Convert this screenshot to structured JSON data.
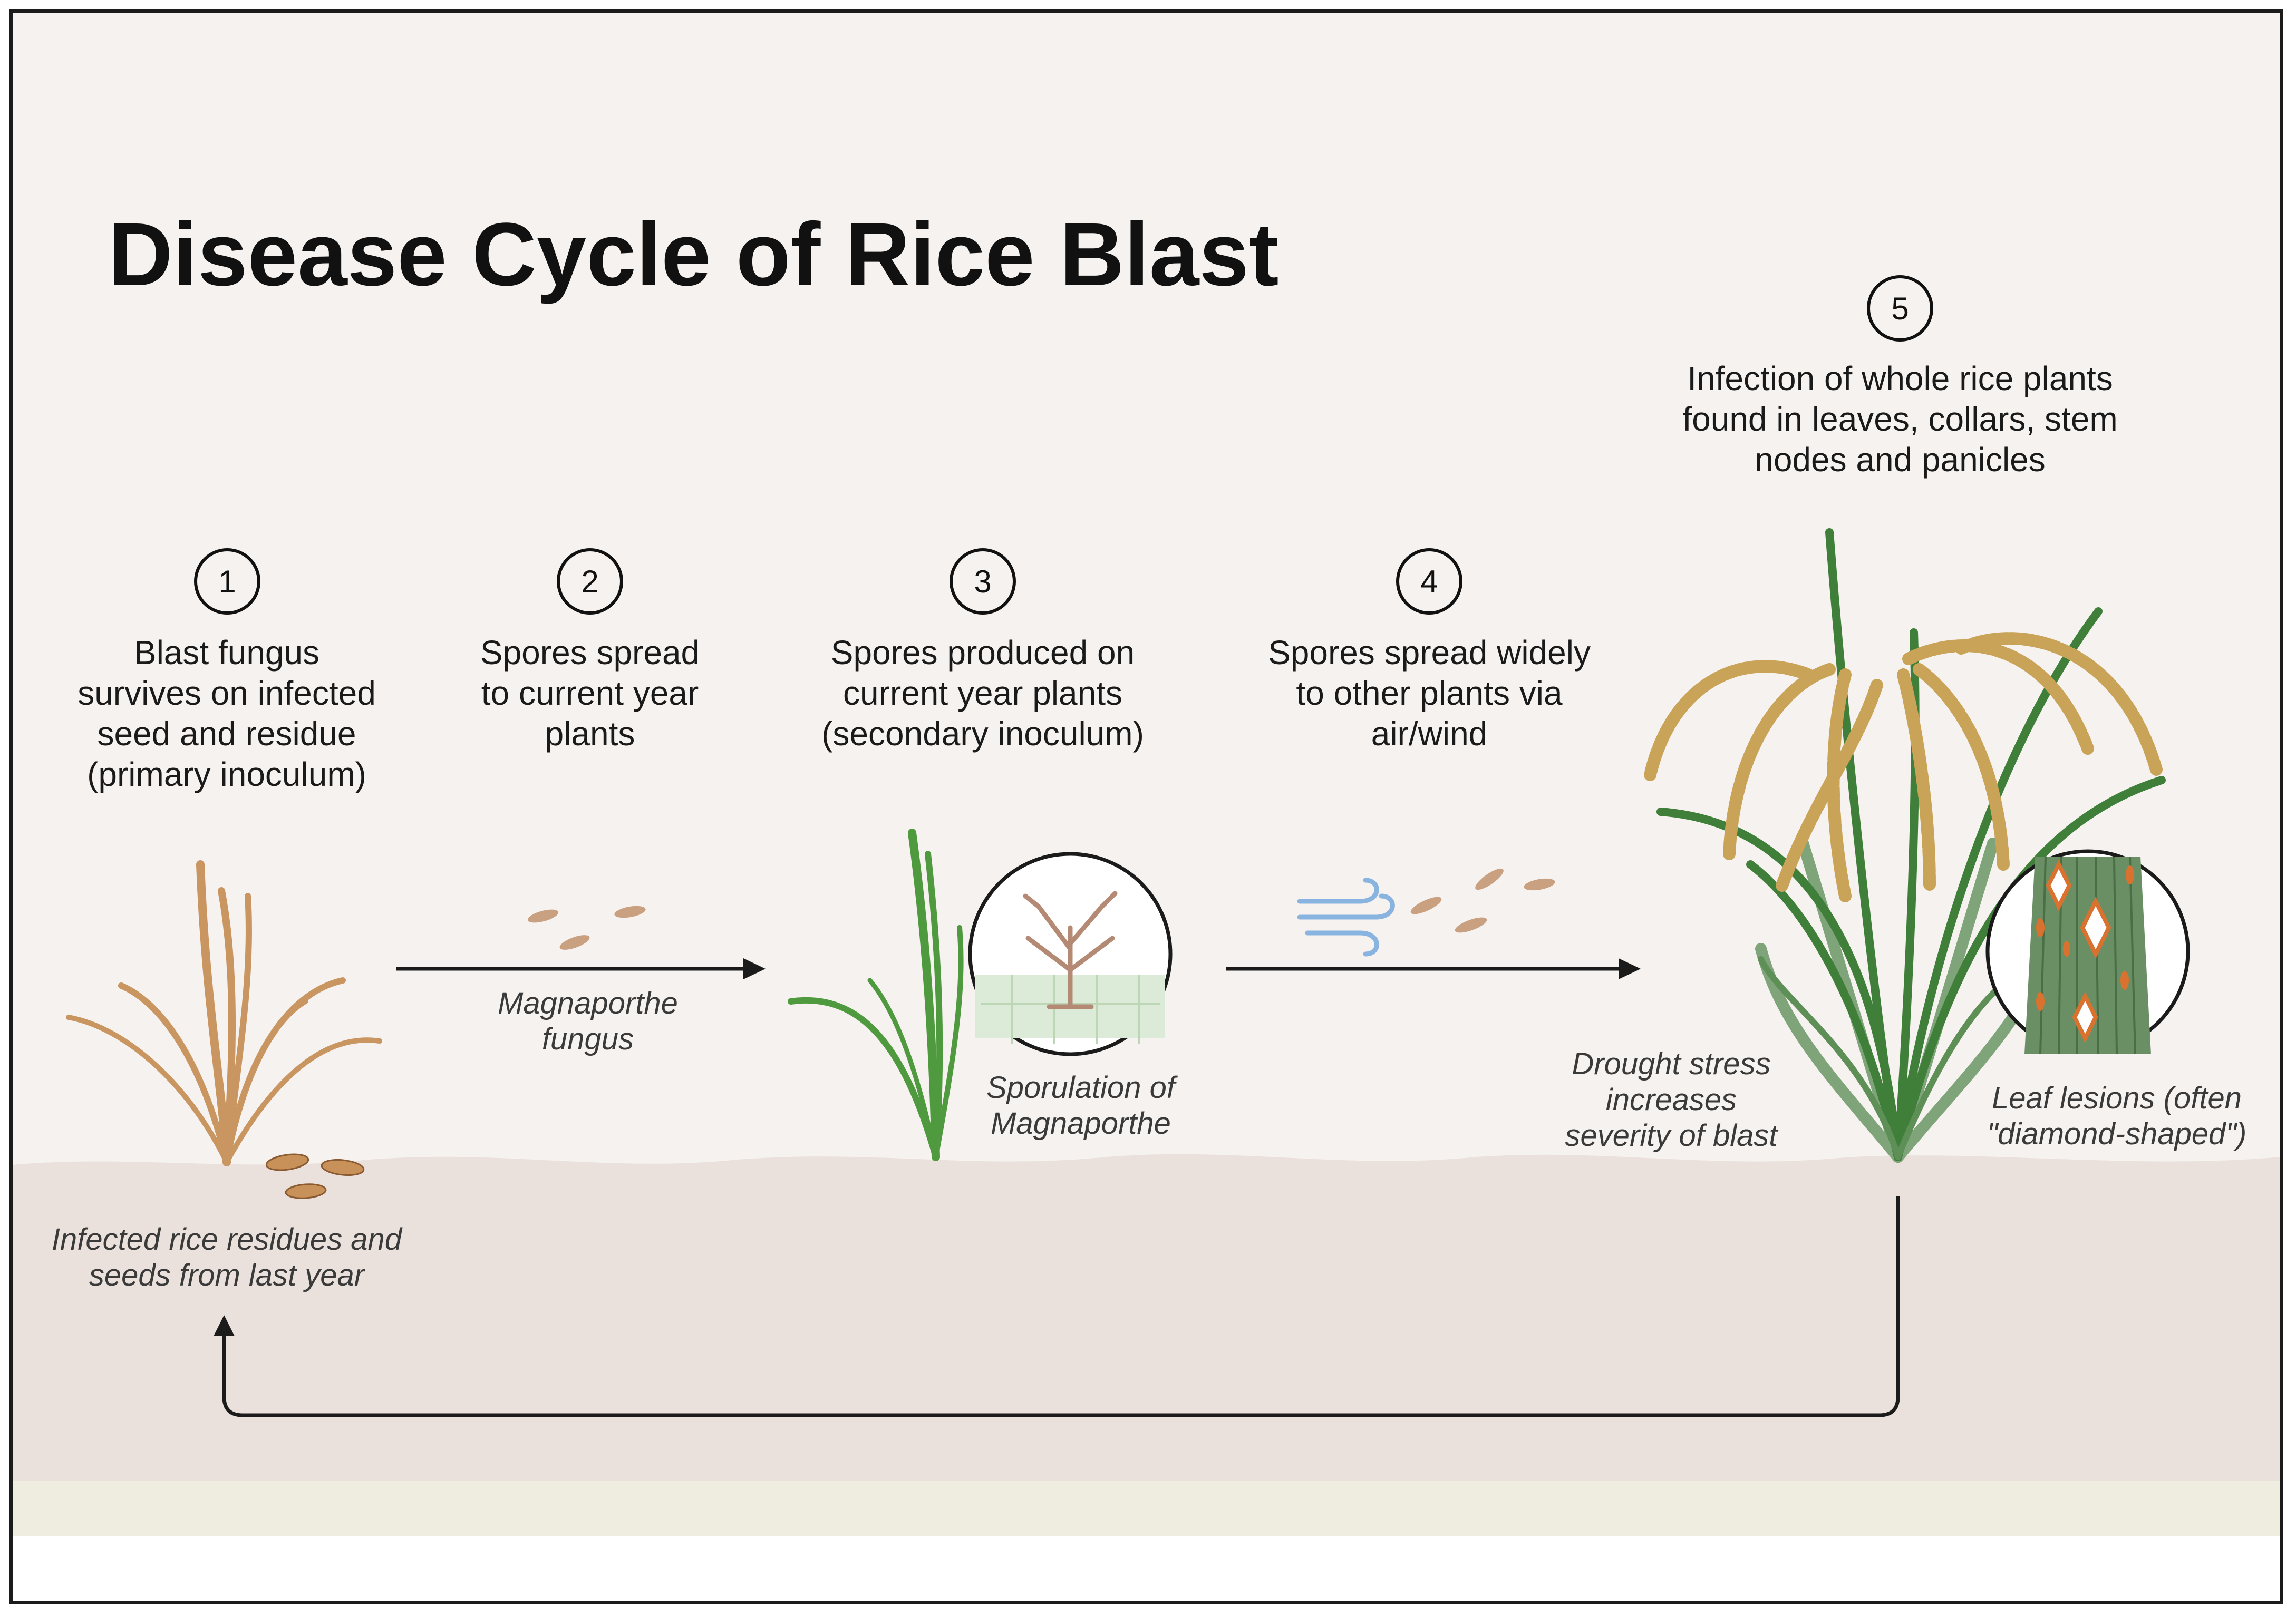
{
  "title": "Disease Cycle of Rice Blast",
  "steps": [
    {
      "number": "1",
      "text": "Blast fungus\nsurvives on infected\nseed and residue\n(primary inoculum)"
    },
    {
      "number": "2",
      "text": "Spores spread\nto current year\nplants"
    },
    {
      "number": "3",
      "text": "Spores produced on\ncurrent year plants\n(secondary inoculum)"
    },
    {
      "number": "4",
      "text": "Spores spread widely\nto other plants via\nair/wind"
    },
    {
      "number": "5",
      "text": "Infection of whole rice plants\nfound in leaves, collars, stem\nnodes and panicles"
    }
  ],
  "annotations": {
    "magnaporthe_fungus": "Magnaporthe\nfungus",
    "sporulation": "Sporulation of\nMagnaporthe",
    "drought": "Drought stress\nincreases\nseverity of blast",
    "leaf_lesions": "Leaf lesions (often\n\"diamond-shaped\")",
    "residues": "Infected rice residues and\nseeds from last year"
  },
  "colors": {
    "background": "#f6f2ef",
    "soil": "#ebe1dc",
    "soil_band": "#eeede0",
    "dead_plant": "#c99560",
    "green_plant": "#4f9a3e",
    "mature_leaf": "#7fa47a",
    "panicle": "#d8b563",
    "spore": "#c9a080",
    "lesion": "#d9722f",
    "arrow": "#1b1b1b",
    "wind": "#8ab4e0"
  }
}
